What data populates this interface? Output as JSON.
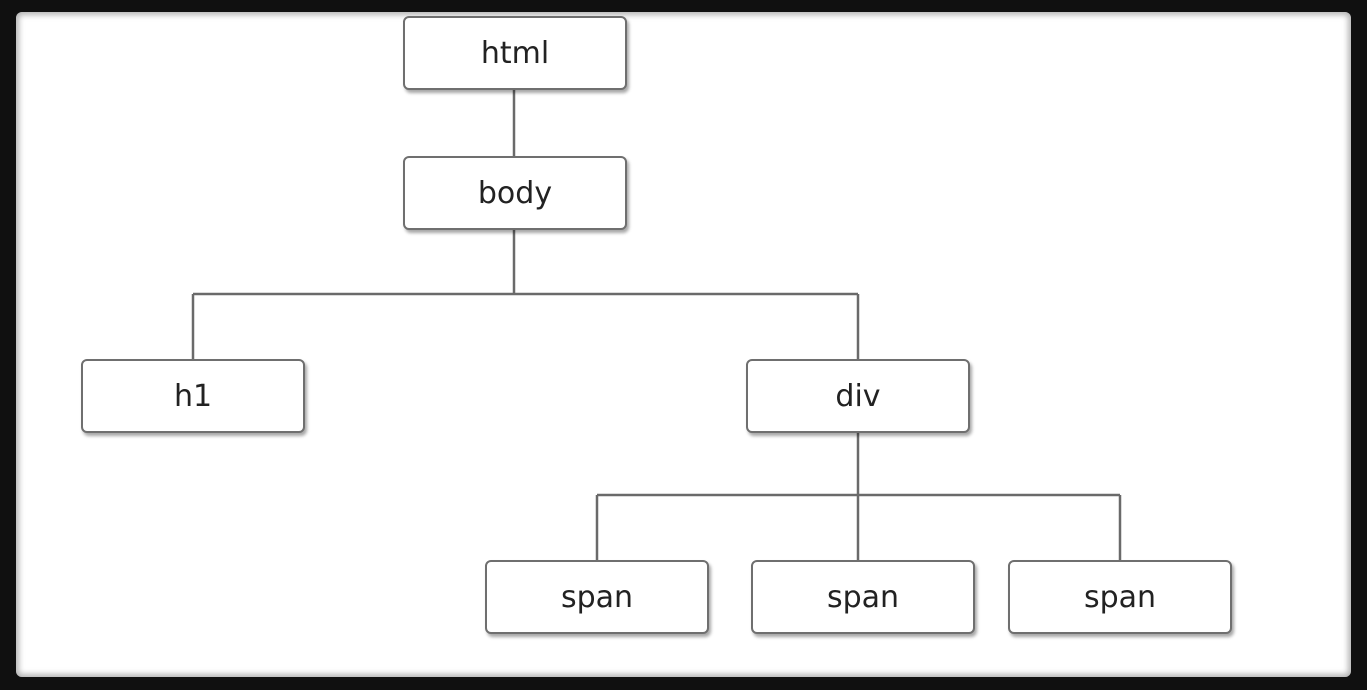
{
  "diagram": {
    "nodes": {
      "html": "html",
      "body": "body",
      "h1": "h1",
      "div": "div",
      "span1": "span",
      "span2": "span",
      "span3": "span"
    }
  }
}
